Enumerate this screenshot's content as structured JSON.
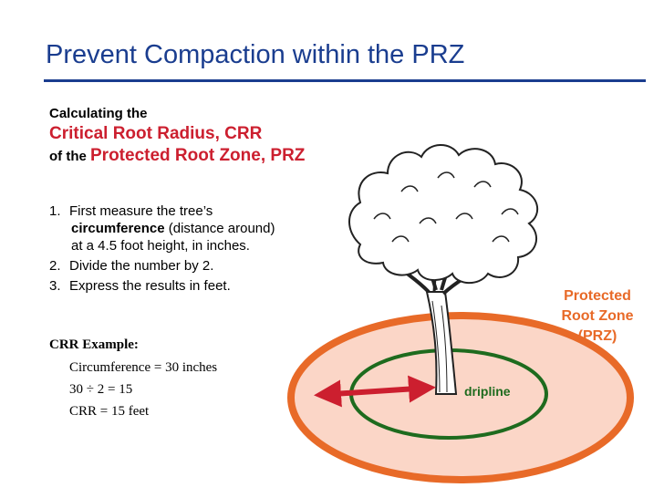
{
  "title": "Prevent Compaction within the PRZ",
  "calc": {
    "line1": "Calculating the",
    "line2": "Critical Root Radius, CRR",
    "line3_prefix": "of the",
    "line3_emph": "Protected Root Zone, PRZ"
  },
  "steps": [
    {
      "num": "1.",
      "text_a": "First measure the tree’s",
      "bold": "circumference",
      "text_b": "(distance around)",
      "text_c": "at a 4.5 foot height, in inches."
    },
    {
      "num": "2.",
      "text": "Divide the number by 2."
    },
    {
      "num": "3.",
      "text": "Express the results in feet."
    }
  ],
  "example": {
    "heading": "CRR Example:",
    "rows": [
      "Circumference = 30 inches",
      "30 ÷ 2 = 15",
      "CRR = 15 feet"
    ]
  },
  "diagram": {
    "prz_label_1": "Protected",
    "prz_label_2": "Root Zone",
    "prz_label_3": "(PRZ)",
    "dripline_label": "dripline"
  },
  "colors": {
    "title": "#1a3d8f",
    "emphasis": "#cc1f2f",
    "prz_ring": "#e86a28",
    "prz_fill": "#fbd6c7",
    "dripline": "#1e6b1e",
    "arrow": "#cc1f2f"
  }
}
